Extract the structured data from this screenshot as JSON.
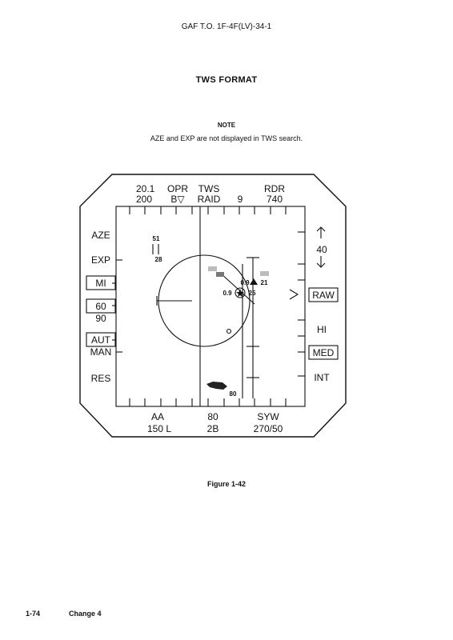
{
  "header": "GAF T.O. 1F-4F(LV)-34-1",
  "title": "TWS FORMAT",
  "note_label": "NOTE",
  "note_text": "AZE and EXP are not displayed in TWS search.",
  "display": {
    "top": {
      "range_label": "20.1",
      "range_value": "200",
      "opr_label": "OPR",
      "opr_value": "B▽",
      "mode_label": "TWS",
      "mode_value": "RAID",
      "center_value": "9",
      "rdr_label": "RDR",
      "rdr_value": "740"
    },
    "left": {
      "aze": "AZE",
      "exp": "EXP",
      "mi": "MI",
      "sixty": "60",
      "ninety": "90",
      "aut": "AUT",
      "man": "MAN",
      "res": "RES"
    },
    "right": {
      "range_scale": "40",
      "raw": "RAW",
      "hi": "HI",
      "med": "MED",
      "int": "INT"
    },
    "bottom": {
      "aa_label": "AA",
      "aa_value": "150 L",
      "mid_label": "80",
      "mid_value": "2B",
      "syw_label": "SYW",
      "syw_value": "270/50"
    },
    "scope": {
      "alt_top": "51",
      "alt_bottom": "28",
      "track1_speed": "0.9",
      "track1_alt": "21",
      "track2_speed": "0.9",
      "track2_alt": "25",
      "own_ship_alt": "80"
    }
  },
  "figure_caption": "Figure 1-42",
  "page_number": "1-74",
  "change": "Change 4"
}
